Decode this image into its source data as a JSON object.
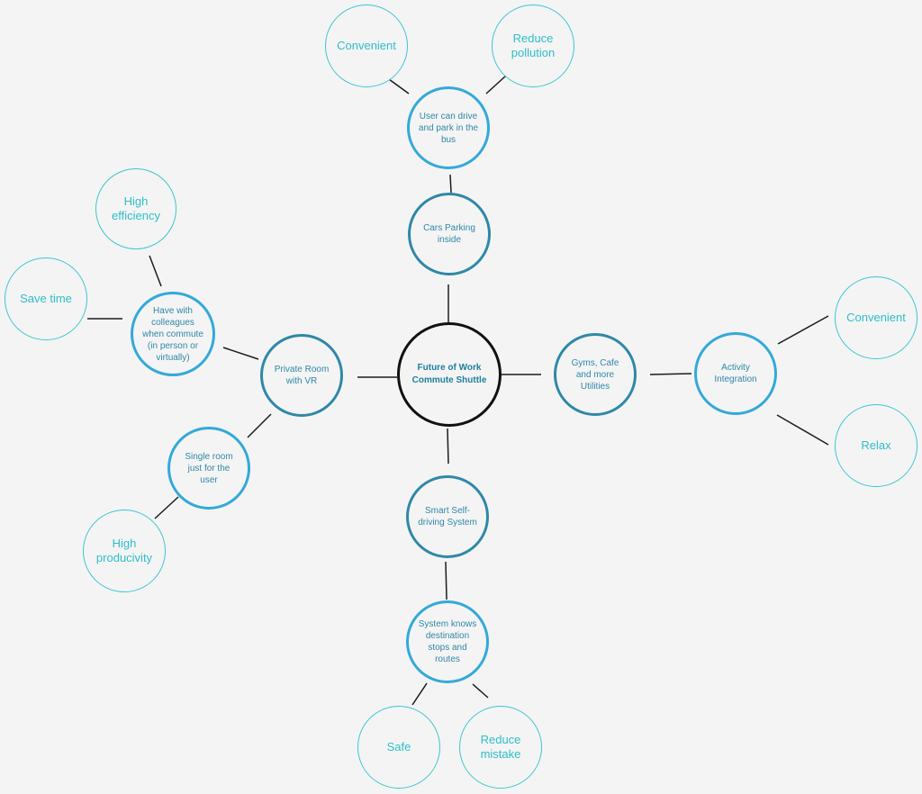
{
  "center": "Future of Work Commute Shuttle",
  "hubs": {
    "parking": "Cars Parking inside",
    "private_room": "Private Room with VR",
    "gyms": "Gyms, Cafe and more Utilities",
    "self_driving": "Smart Self-driving System"
  },
  "subs": {
    "drive_park": "User can drive and park in the bus",
    "colleagues": "Have with colleagues when commute (in person or virtually)",
    "single_room": "Single room just for the user",
    "activity": "Activity Integration",
    "knows_routes": "System knows destination stops and routes"
  },
  "leaves": {
    "convenient_top": "Convenient",
    "reduce_pollution": "Reduce pollution",
    "high_efficiency": "High efficiency",
    "save_time": "Save time",
    "high_productivity": "High producivity",
    "convenient_right": "Convenient",
    "relax": "Relax",
    "safe": "Safe",
    "reduce_mistake": "Reduce mistake"
  },
  "colors": {
    "center_border": "#111111",
    "hub_border": "#2f88a8",
    "sub_border": "#33a9d9",
    "leaf_border": "#3cc6cf",
    "connector": "#1c1c1c",
    "background": "#f4f4f4"
  }
}
